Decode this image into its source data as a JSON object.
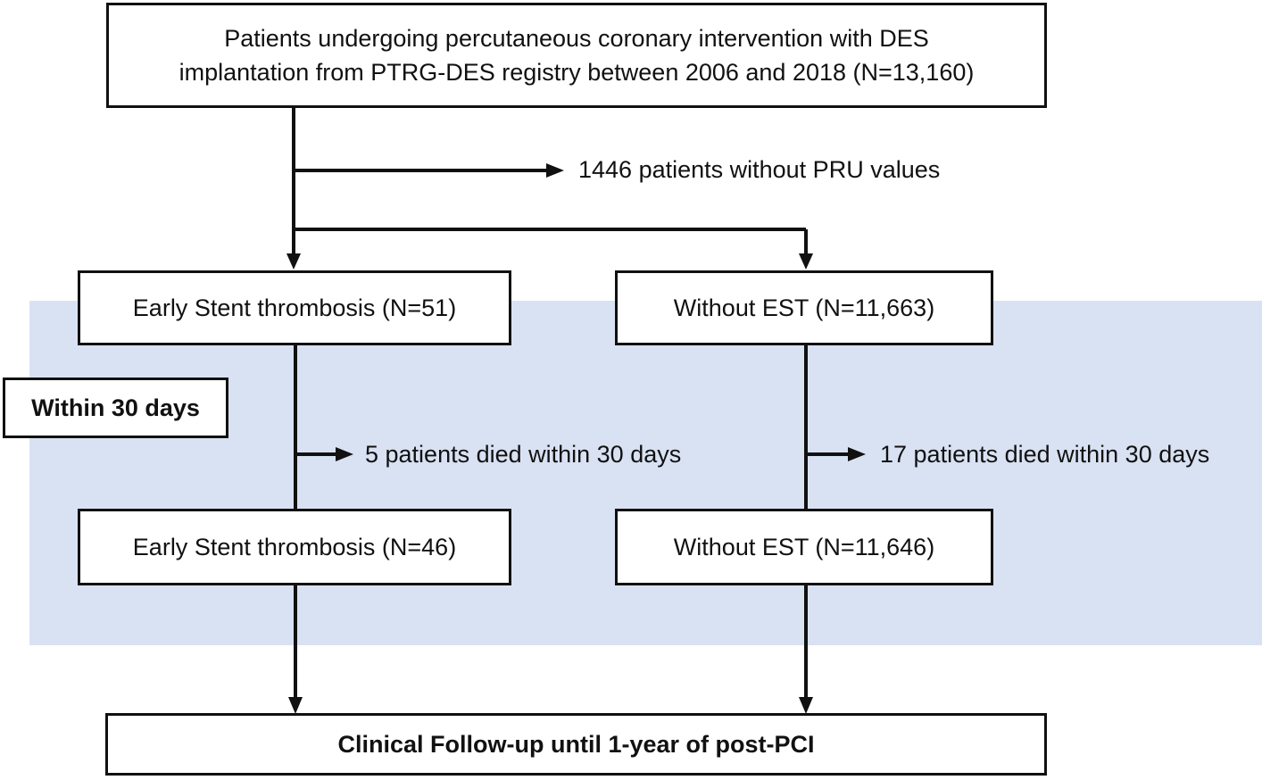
{
  "diagram": {
    "top_box": {
      "line1": "Patients undergoing percutaneous coronary intervention with DES",
      "line2": "implantation from PTRG-DES registry between 2006 and 2018 (N=13,160)"
    },
    "exclusion_top": "1446 patients without PRU values",
    "left_box_1": "Early Stent thrombosis (N=51)",
    "right_box_1": "Without EST (N=11,663)",
    "period_label": "Within 30 days",
    "exclusion_left": "5 patients died within 30 days",
    "exclusion_right": "17 patients died within 30 days",
    "left_box_2": "Early Stent thrombosis (N=46)",
    "right_box_2": "Without EST (N=11,646)",
    "bottom_box": "Clinical Follow-up until 1-year of post-PCI"
  },
  "colors": {
    "band": "#d9e2f3",
    "line": "#111111",
    "box_fill": "#ffffff"
  }
}
